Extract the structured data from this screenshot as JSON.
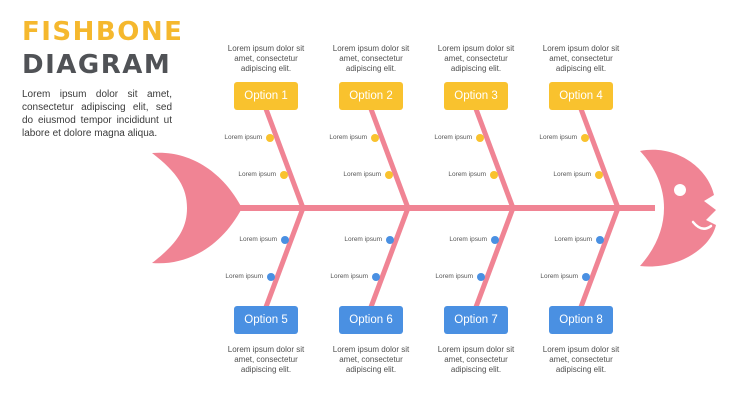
{
  "title": {
    "line1": "FISHBONE",
    "line2": "DIAGRAM"
  },
  "intro": "Lorem ipsum dolor sit amet, consectetur adipiscing elit, sed do eiusmod tempor incididunt ut labore et dolore magna aliqua.",
  "colors": {
    "fish": "#F08494",
    "top_accent": "#F9C22E",
    "bottom_accent": "#4A90E2"
  },
  "bone_label": "Lorem ipsum",
  "options_top": [
    {
      "label": "Option 1",
      "desc": "Lorem ipsum dolor sit amet, consectetur adipiscing elit."
    },
    {
      "label": "Option 2",
      "desc": "Lorem ipsum dolor sit amet, consectetur adipiscing elit."
    },
    {
      "label": "Option 3",
      "desc": "Lorem ipsum dolor sit amet, consectetur adipiscing elit."
    },
    {
      "label": "Option 4",
      "desc": "Lorem ipsum dolor sit amet, consectetur adipiscing elit."
    }
  ],
  "options_bottom": [
    {
      "label": "Option 5",
      "desc": "Lorem ipsum dolor sit amet, consectetur adipiscing elit."
    },
    {
      "label": "Option 6",
      "desc": "Lorem ipsum dolor sit amet, consectetur adipiscing elit."
    },
    {
      "label": "Option 7",
      "desc": "Lorem ipsum dolor sit amet, consectetur adipiscing elit."
    },
    {
      "label": "Option 8",
      "desc": "Lorem ipsum dolor sit amet, consectetur adipiscing elit."
    }
  ]
}
